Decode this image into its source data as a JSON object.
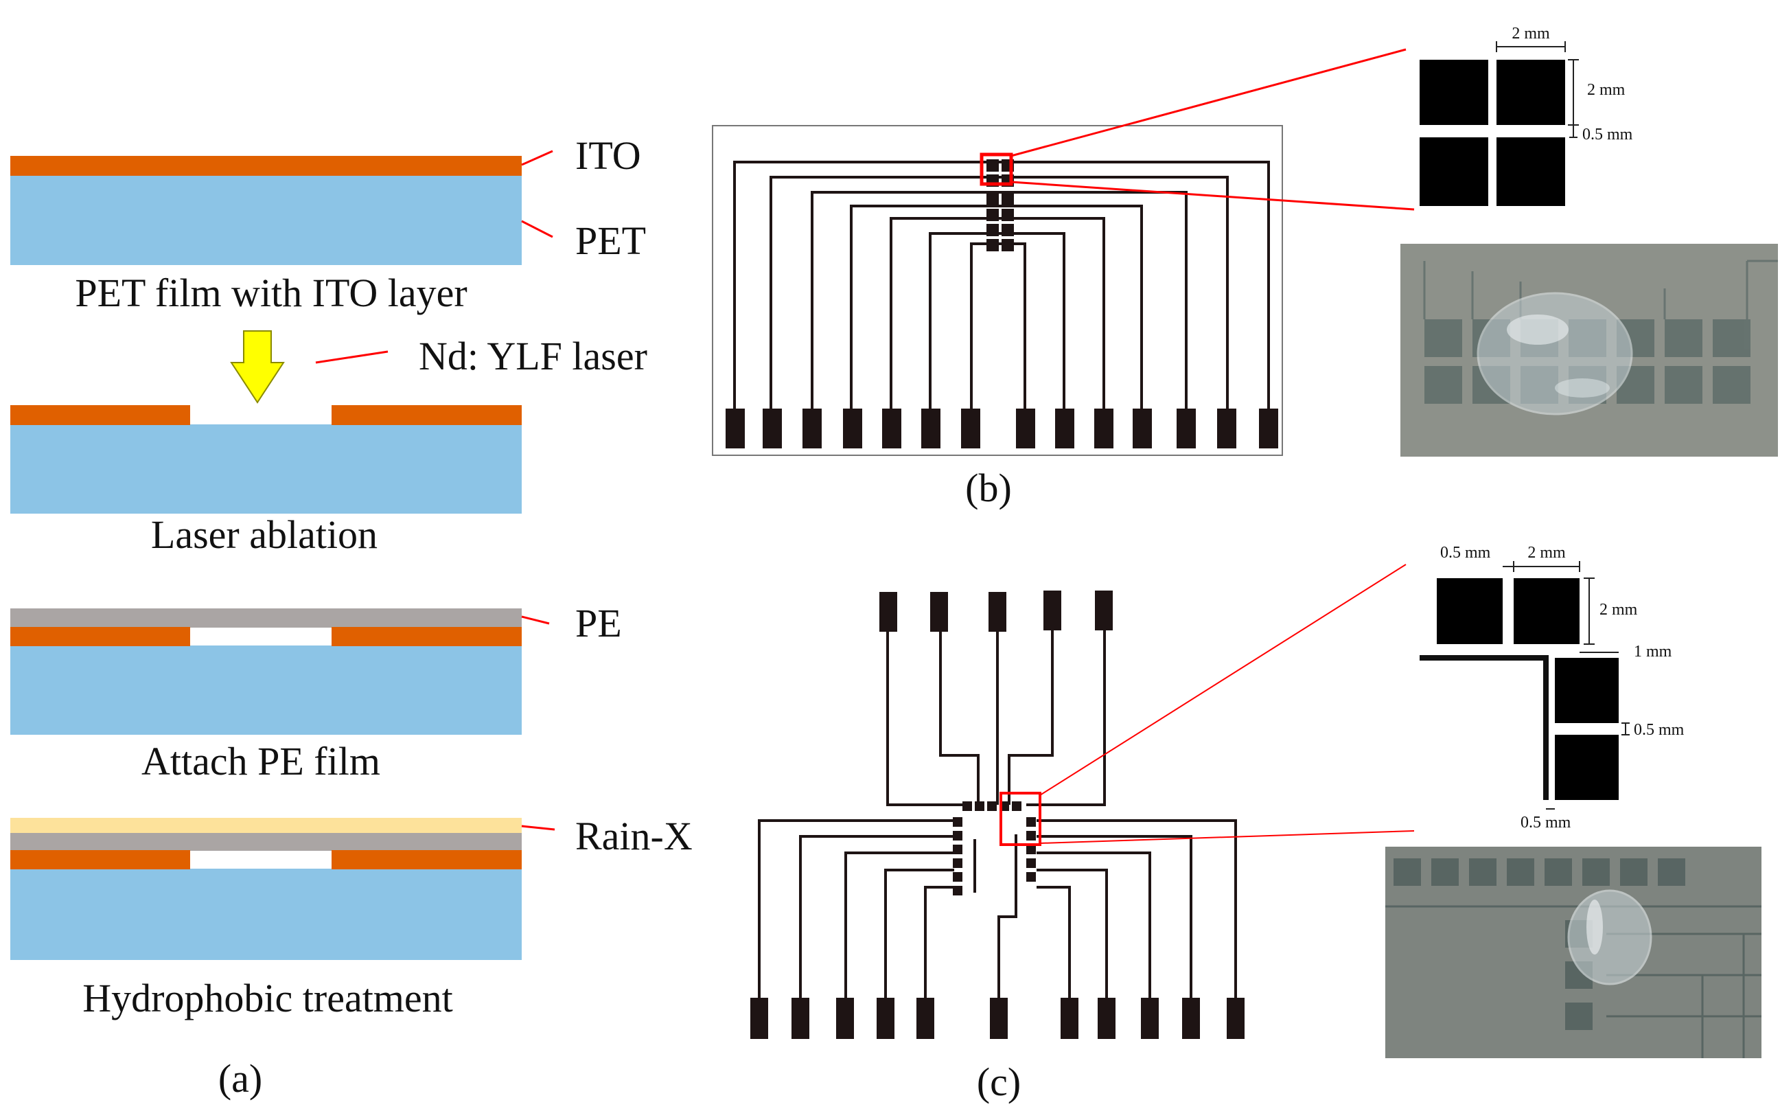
{
  "panel_a": {
    "labels": {
      "ito": "ITO",
      "pet": "PET",
      "laser": "Nd: YLF laser",
      "pe": "PE",
      "rainx": "Rain-X"
    },
    "captions": {
      "step1": "PET film with ITO layer",
      "step2": "Laser ablation",
      "step3": "Attach PE film",
      "step4": "Hydrophobic treatment"
    },
    "panel_label": "(a)"
  },
  "panel_b": {
    "panel_label": "(b)",
    "dims": {
      "w": "2 mm",
      "h": "2 mm",
      "gap": "0.5 mm"
    }
  },
  "panel_c": {
    "panel_label": "(c)",
    "dims": {
      "gap_top": "0.5 mm",
      "w": "2 mm",
      "h": "2 mm",
      "offset": "1 mm",
      "gap_v": "0.5 mm",
      "gap_b": "0.5 mm"
    }
  },
  "colors": {
    "ito": "#e06000",
    "pet": "#8cc4e6",
    "pe": "#aaa5a4",
    "rainx": "#fde29b",
    "arrow": "#ffff00",
    "highlight": "#ff0000",
    "electrode": "#1e1414"
  }
}
